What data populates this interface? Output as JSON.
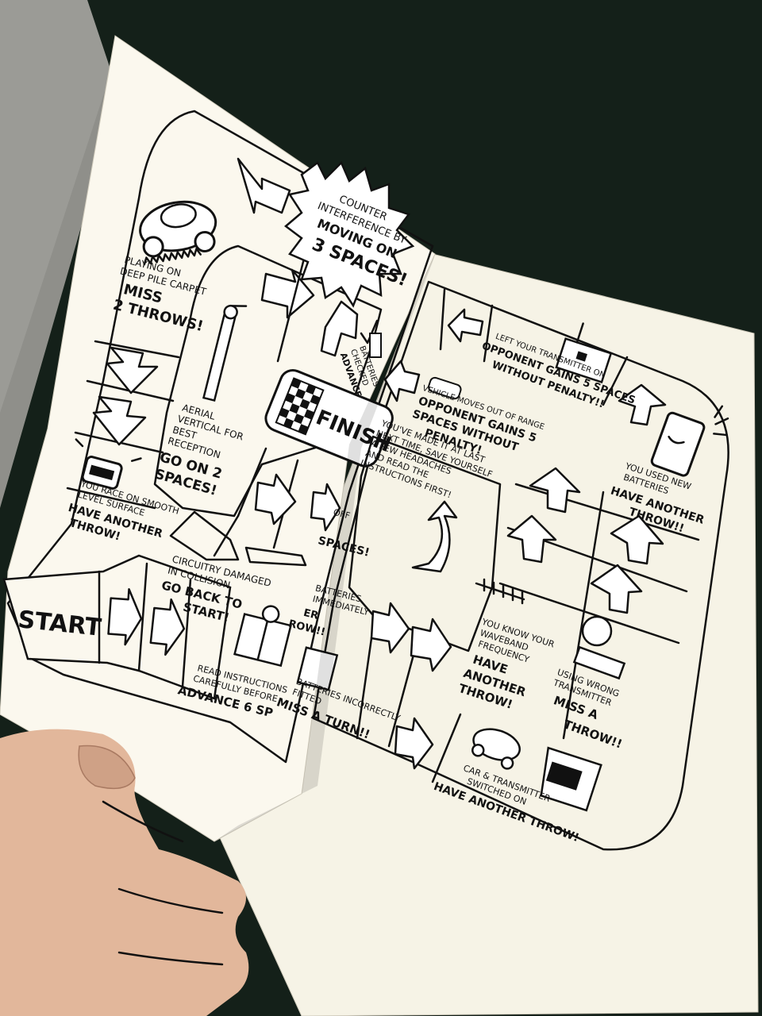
{
  "board": {
    "start": "START",
    "finish": "FINISH",
    "center": {
      "line1": "YOU'VE MADE IT AT LAST",
      "line2": "NEXT TIME, SAVE YOURSELF",
      "line3": "A FEW HEADACHES",
      "line4": "AND READ THE",
      "line5": "INSTRUCTIONS FIRST!"
    },
    "burst": {
      "line1": "COUNTER",
      "line2": "INTERFERENCE BY",
      "line3": "MOVING ON",
      "line4": "3 SPACES!"
    },
    "squares": {
      "carpet": {
        "l1": "PLAYING ON",
        "l2": "DEEP PILE CARPET",
        "a1": "MISS",
        "a2": "2 THROWS!"
      },
      "smooth": {
        "l1": "YOU RACE ON SMOOTH",
        "l2": "LEVEL SURFACE",
        "a1": "HAVE ANOTHER",
        "a2": "THROW!"
      },
      "aerial": {
        "l1": "AERIAL",
        "l2": "VERTICAL FOR",
        "l3": "BEST",
        "l4": "RECEPTION",
        "a1": "GO ON 2",
        "a2": "SPACES!"
      },
      "circuitry": {
        "l1": "CIRCUITRY DAMAGED",
        "l2": "IN COLLISION",
        "a1": "GO BACK TO",
        "a2": "START!"
      },
      "read": {
        "l1": "READ INSTRUCTIONS",
        "l2": "CAREFULLY BEFORE",
        "a1": "ADVANCE 6 SP"
      },
      "batteries_checked": {
        "l1": "BATTERIES",
        "l2": "CHECKED",
        "a1": "ADVANCE"
      },
      "batteries_fitted": {
        "l1": "BATTERIES INCORRECTLY",
        "l2": "FITTED",
        "a1": "MISS A TURN!!"
      },
      "batteries_immediately": {
        "l1": "BATTERIES",
        "l2": "IMMEDIATELY",
        "a1": "ER",
        "a2": "ROW!!"
      },
      "off_spaces": {
        "l1": "OFF",
        "a1": "SPACES!"
      },
      "range": {
        "l1": "VEHICLE MOVES OUT OF RANGE",
        "a1": "OPPONENT GAINS 5",
        "a2": "SPACES WITHOUT",
        "a3": "PENALTY!"
      },
      "transmitter_on": {
        "l1": "LEFT YOUR TRANSMITTER ON",
        "a1": "OPPONENT GAINS 5 SPACES",
        "a2": "WITHOUT PENALTY!!"
      },
      "new_batteries": {
        "l1": "YOU USED NEW",
        "l2": "BATTERIES",
        "a1": "HAVE ANOTHER",
        "a2": "THROW!!"
      },
      "waveband": {
        "l1": "YOU KNOW YOUR",
        "l2": "WAVEBAND",
        "l3": "FREQUENCY",
        "a1": "HAVE",
        "a2": "ANOTHER",
        "a3": "THROW!"
      },
      "wrong": {
        "l1": "USING WRONG",
        "l2": "TRANSMITTER",
        "a1": "MISS A",
        "a2": "THROW!!"
      },
      "switched": {
        "l1": "CAR & TRANSMITTER",
        "l2": "SWITCHED ON",
        "a1": "HAVE ANOTHER THROW!"
      }
    }
  },
  "colors": {
    "background": "#142019",
    "paper": "#fbf8ee",
    "ink": "#111111",
    "skin": "#e2b79b"
  },
  "icons": [
    "car-icon",
    "aerial-icon",
    "battery-icon",
    "transmitter-icon",
    "checkered-flag-icon",
    "hand-icon"
  ]
}
